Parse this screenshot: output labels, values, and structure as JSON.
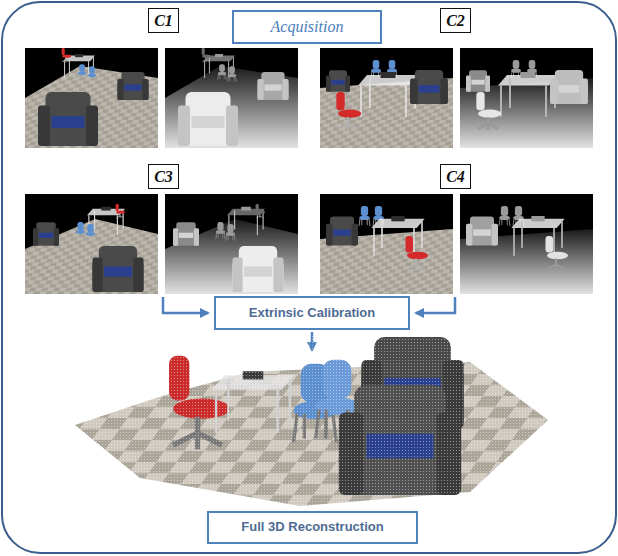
{
  "diagram": {
    "nodes": [
      {
        "text": [
          "C1"
        ]
      },
      {
        "text": [
          "Acquisition"
        ]
      },
      {
        "text": [
          "C2"
        ]
      },
      {
        "text": [
          "C3"
        ]
      },
      {
        "text": [
          "C4"
        ]
      },
      {
        "text": [
          "Extrinsic Calibration"
        ]
      },
      {
        "text": [
          "Full 3D Reconstruction"
        ]
      }
    ]
  }
}
